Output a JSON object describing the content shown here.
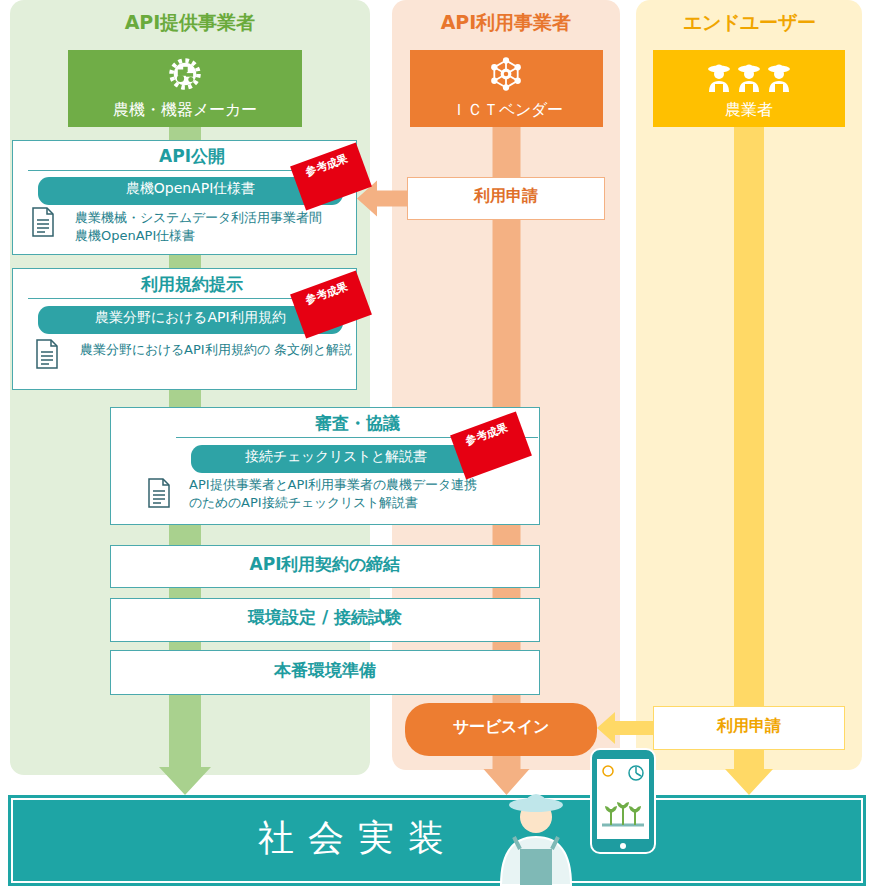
{
  "diagram": {
    "nodes": [
      {
        "text": [
          "API提供事業者"
        ]
      },
      {
        "text": [
          "農機・機器メーカー"
        ],
        "in": 0
      },
      {
        "text": [
          "API公開",
          "農業機械・システムデータ利活用事業者間 農機OpenAPI仕様書"
        ],
        "in": 0
      },
      {
        "text": [
          "農機OpenAPI仕様書"
        ],
        "in": 2
      },
      {
        "text": [
          "参考成果"
        ],
        "in": 2
      },
      {
        "text": [
          "利用規約提示",
          "農業分野におけるAPI利用規約の 条文例と解説"
        ],
        "in": 0
      },
      {
        "text": [
          "農業分野におけるAPI利用規約"
        ],
        "in": 5
      },
      {
        "text": [
          "参考成果"
        ],
        "in": 5
      },
      {
        "text": [
          "API利用事業者"
        ]
      },
      {
        "text": [
          "ＩＣＴベンダー"
        ],
        "in": 8
      },
      {
        "text": [
          "利用申請"
        ],
        "in": 8
      },
      {
        "text": [
          "審査・協議",
          "API提供事業者とAPI利用事業者の農機データ連携 のためのAPI接続チェックリスト解説書"
        ]
      },
      {
        "text": [
          "接続チェックリストと解説書"
        ],
        "in": 11
      },
      {
        "text": [
          "参考成果"
        ],
        "in": 11
      },
      {
        "text": [
          "API利用契約の締結"
        ]
      },
      {
        "text": [
          "環境設定 / 接続試験"
        ]
      },
      {
        "text": [
          "本番環境準備"
        ]
      },
      {
        "text": [
          "サービスイン"
        ],
        "in": 8
      },
      {
        "text": [
          "エンドユーザー"
        ]
      },
      {
        "text": [
          "農業者"
        ],
        "in": 18
      },
      {
        "text": [
          "利用申請"
        ],
        "in": 18
      },
      {
        "text": [
          "社会実装"
        ]
      }
    ],
    "edges": [
      {
        "from": 1,
        "to": 21,
        "arrow": "to"
      },
      {
        "from": 9,
        "to": 21,
        "arrow": "to"
      },
      {
        "from": 19,
        "to": 21,
        "arrow": "to"
      },
      {
        "from": 10,
        "to": 2,
        "arrow": "to"
      },
      {
        "from": 20,
        "to": 17,
        "arrow": "to"
      }
    ]
  }
}
